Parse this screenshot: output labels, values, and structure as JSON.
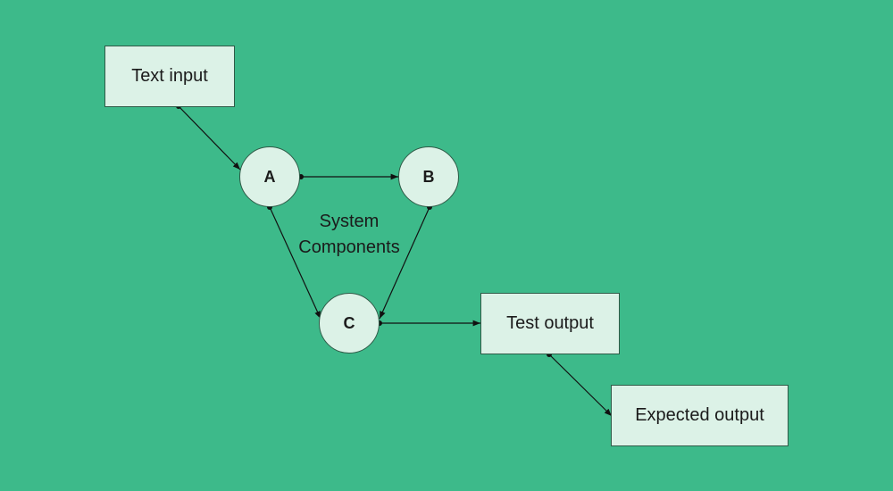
{
  "nodes": {
    "text_input": "Text input",
    "a": "A",
    "b": "B",
    "c": "C",
    "test_output": "Test output",
    "expected_output": "Expected output"
  },
  "group_label": {
    "line1": "System",
    "line2": "Components"
  },
  "colors": {
    "background": "#3dba8a",
    "node_fill": "#dcf2e7",
    "stroke": "#111111"
  }
}
